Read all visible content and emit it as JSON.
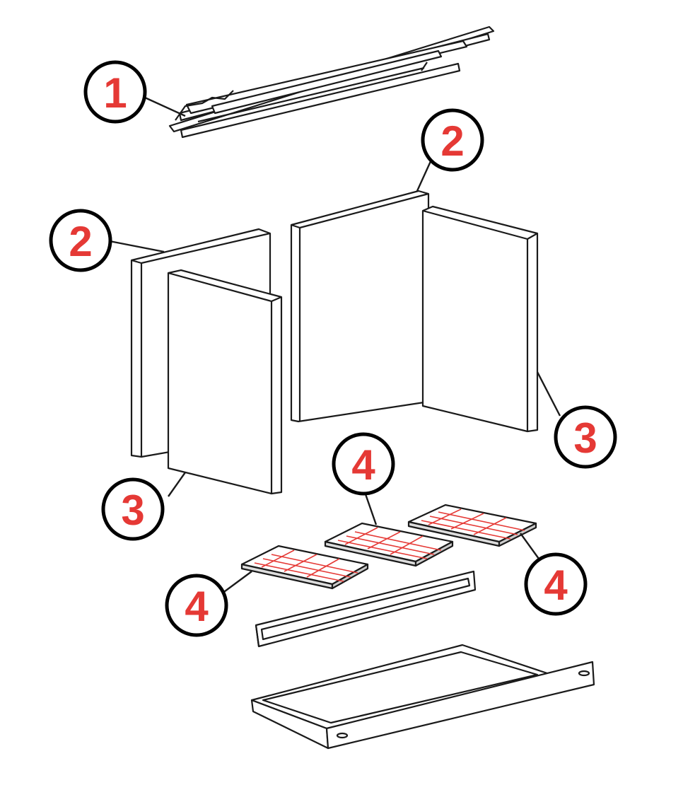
{
  "colors": {
    "line": "#1a1a1a",
    "part_fill": "#ffffff",
    "callout_fill": "#ffffff",
    "callout_border": "#000000",
    "callout_text": "#e53935",
    "grate_marks": "#e53935"
  },
  "callouts": [
    {
      "id": "c1",
      "number": "1",
      "label": "baffle-plate"
    },
    {
      "id": "c2a",
      "number": "2",
      "label": "back-panel-left"
    },
    {
      "id": "c2b",
      "number": "2",
      "label": "back-panel-right"
    },
    {
      "id": "c3a",
      "number": "3",
      "label": "side-panel-left"
    },
    {
      "id": "c3b",
      "number": "3",
      "label": "side-panel-right"
    },
    {
      "id": "c4a",
      "number": "4",
      "label": "grate-left"
    },
    {
      "id": "c4b",
      "number": "4",
      "label": "grate-middle"
    },
    {
      "id": "c4c",
      "number": "4",
      "label": "grate-right"
    }
  ]
}
